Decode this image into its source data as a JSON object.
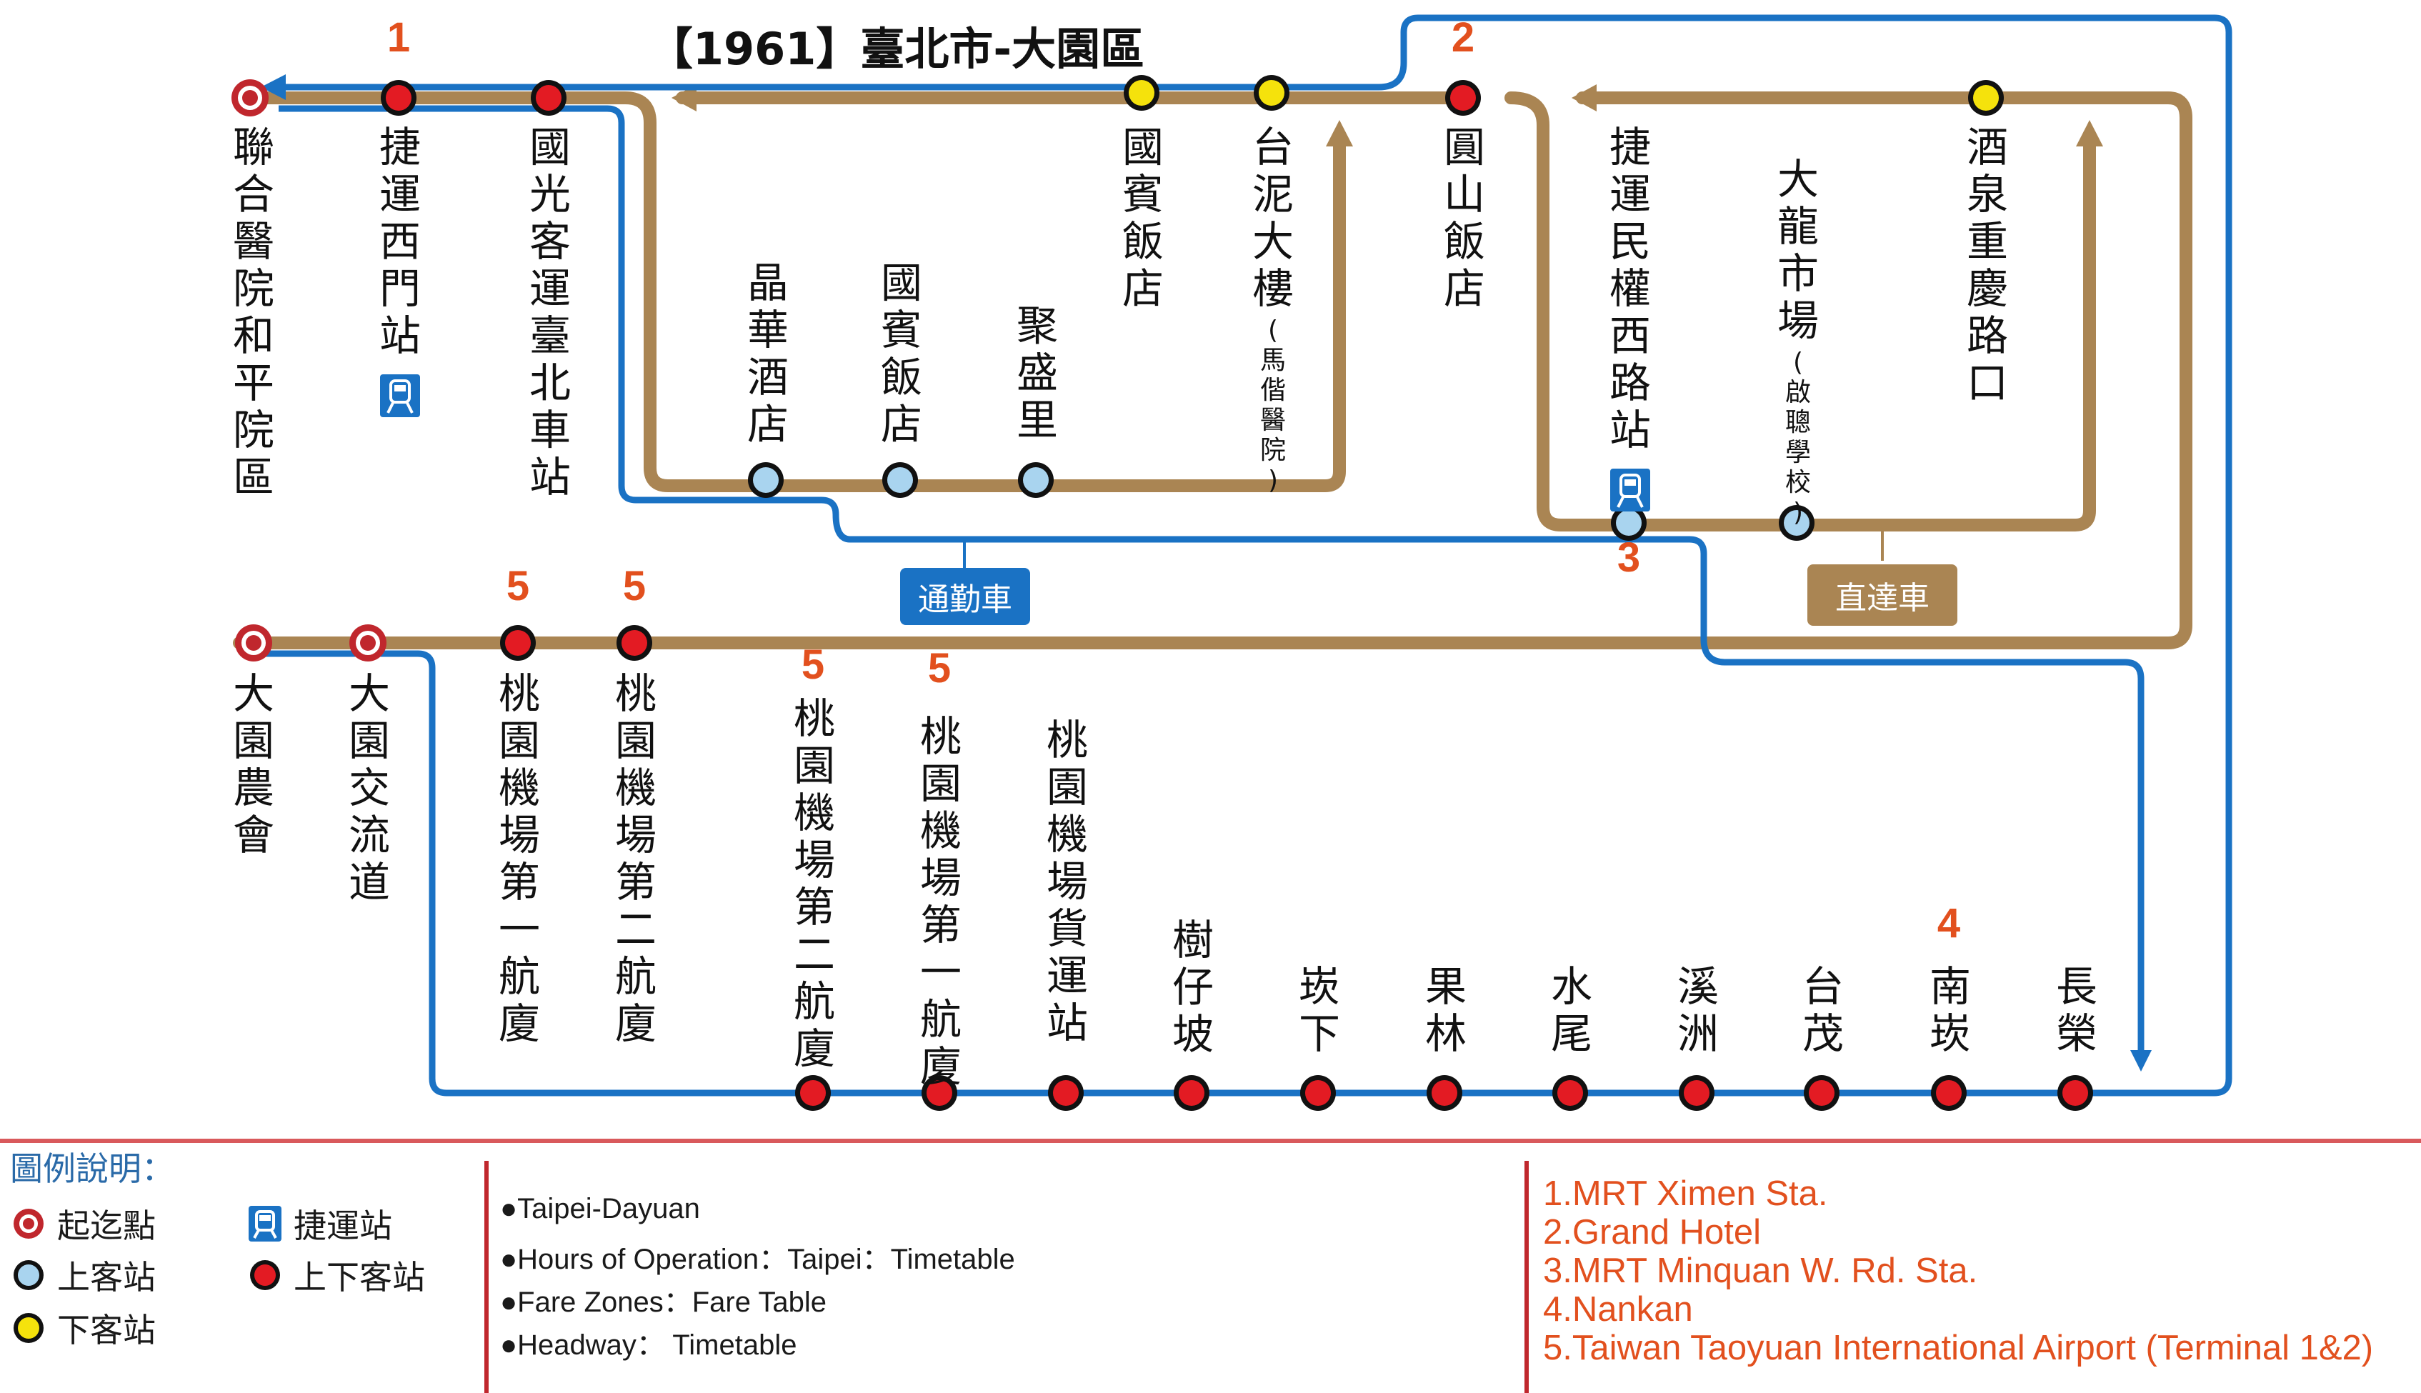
{
  "title": "【1961】臺北市-大園區",
  "colors": {
    "blue_route": "#1a72c4",
    "brown_route": "#aa8553",
    "terminal_red": "#c0272d",
    "stop_red": "#e31b23",
    "stop_blue": "#a9d4ef",
    "stop_yellow": "#f5e20c",
    "note_orange": "#e2501e"
  },
  "stops": [
    {
      "name": "聯合醫院和平院區",
      "type": "terminal"
    },
    {
      "name": "捷運西門站",
      "type": "both",
      "mrt": true,
      "note": "1"
    },
    {
      "name": "國光客運臺北車站",
      "type": "both"
    },
    {
      "name": "晶華酒店",
      "type": "board"
    },
    {
      "name": "國賓飯店",
      "type": "board"
    },
    {
      "name": "聚盛里",
      "type": "board"
    },
    {
      "name": "國賓飯店",
      "type": "alight"
    },
    {
      "name": "台泥大樓",
      "sub": "馬偕醫院",
      "type": "alight"
    },
    {
      "name": "圓山飯店",
      "type": "both",
      "note": "2"
    },
    {
      "name": "捷運民權西路站",
      "type": "board",
      "mrt": true,
      "note": "3"
    },
    {
      "name": "大龍市場",
      "sub": "啟聰學校",
      "type": "board"
    },
    {
      "name": "酒泉重慶路口",
      "type": "alight"
    },
    {
      "name": "大園農會",
      "type": "terminal"
    },
    {
      "name": "大園交流道",
      "type": "terminal"
    },
    {
      "name": "桃園機場第一航廈",
      "type": "both",
      "note": "5"
    },
    {
      "name": "桃園機場第二航廈",
      "type": "both",
      "note": "5"
    },
    {
      "name": "桃園機場第二航廈",
      "type": "both",
      "note": "5"
    },
    {
      "name": "桃園機場第一航廈",
      "type": "both",
      "note": "5"
    },
    {
      "name": "桃園機場貨運站",
      "type": "both"
    },
    {
      "name": "樹仔坡",
      "type": "both"
    },
    {
      "name": "崁下",
      "type": "both"
    },
    {
      "name": "果林",
      "type": "both"
    },
    {
      "name": "水尾",
      "type": "both"
    },
    {
      "name": "溪洲",
      "type": "both"
    },
    {
      "name": "台茂",
      "type": "both"
    },
    {
      "name": "南崁",
      "type": "both",
      "note": "4"
    },
    {
      "name": "長榮",
      "type": "both"
    }
  ],
  "badges": {
    "commuter": "通勤車",
    "express": "直達車"
  },
  "legend": {
    "title": "圖例說明：",
    "items": [
      {
        "label": "起迄點",
        "symbol": "terminal"
      },
      {
        "label": "上客站",
        "symbol": "board"
      },
      {
        "label": "下客站",
        "symbol": "alight"
      },
      {
        "label": "捷運站",
        "symbol": "mrt"
      },
      {
        "label": "上下客站",
        "symbol": "both"
      }
    ]
  },
  "info": [
    "●Taipei-Dayuan",
    "●Hours of Operation：Taipei：Timetable",
    "●Fare Zones：Fare Table",
    "●Headway： Timetable"
  ],
  "notes": [
    "1.MRT Ximen Sta.",
    "2.Grand Hotel",
    "3.MRT Minquan W. Rd. Sta.",
    "4.Nankan",
    "5.Taiwan Taoyuan International Airport (Terminal 1&2)"
  ]
}
